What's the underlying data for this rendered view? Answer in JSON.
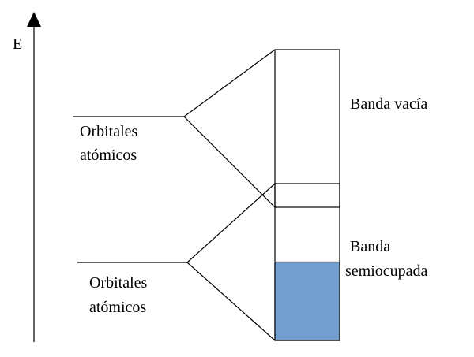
{
  "axis": {
    "label": "E"
  },
  "orbitals": {
    "upper": {
      "line1": "Orbitales",
      "line2": "atómicos"
    },
    "lower": {
      "line1": "Orbitales",
      "line2": "atómicos"
    }
  },
  "bands": {
    "empty": {
      "label": "Banda vacía"
    },
    "half_filled": {
      "line1": "Banda",
      "line2": "semiocupada",
      "fill_color": "#729fcf",
      "filled_fraction": 0.5
    }
  },
  "colors": {
    "line": "#000000",
    "band_fill": "#729fcf"
  }
}
